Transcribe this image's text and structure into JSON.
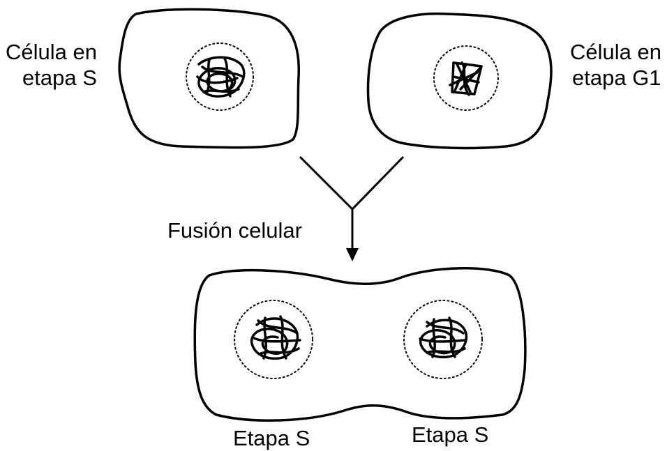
{
  "labels": {
    "top_left_cell": [
      "Célula en",
      "etapa S"
    ],
    "top_right_cell": [
      "Célula en",
      "etapa G1"
    ],
    "fusion": "Fusión celular",
    "bottom_left": "Etapa S",
    "bottom_right": "Etapa S"
  }
}
